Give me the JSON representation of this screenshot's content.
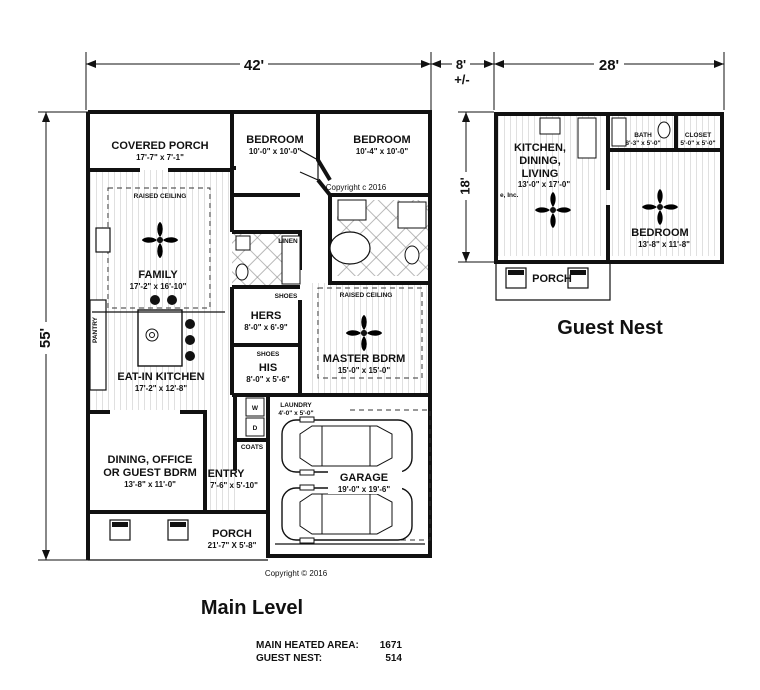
{
  "dimensions": {
    "main_width": "42'",
    "gap_width": "8'",
    "gap_tolerance": "+/-",
    "guest_width": "28'",
    "main_depth": "55'",
    "guest_depth": "18'"
  },
  "rooms": {
    "covered_porch": {
      "name": "COVERED PORCH",
      "size": "17'-7\" x 7'-1\""
    },
    "bedroom_1": {
      "name": "BEDROOM",
      "size": "10'-0\" x 10'-0\""
    },
    "bedroom_2": {
      "name": "BEDROOM",
      "size": "10'-4\" x 10'-0\""
    },
    "family": {
      "name": "FAMILY",
      "size": "17'-2\" x 16'-10\""
    },
    "raised_ceiling_family": "RAISED CEILING",
    "hers": {
      "name": "HERS",
      "size": "8'-0\" x 6'-9\""
    },
    "his": {
      "name": "HIS",
      "size": "8'-0\" x 5'-6\""
    },
    "master": {
      "name": "MASTER BDRM",
      "size": "15'-0\" x 15'-0\""
    },
    "raised_ceiling_master": "RAISED CEILING",
    "kitchen": {
      "name": "EAT-IN KITCHEN",
      "size": "17'-2\" x 12'-8\""
    },
    "dining": {
      "line1": "DINING, OFFICE",
      "line2": "OR GUEST BDRM",
      "size": "13'-8\" x 11'-0\""
    },
    "entry": {
      "name": "ENTRY",
      "size": "7'-6\" x 5'-10\""
    },
    "laundry": {
      "name": "LAUNDRY",
      "size": "4'-0\" x 5'-0\""
    },
    "garage": {
      "name": "GARAGE",
      "size": "19'-0\" x 19'-6\""
    },
    "porch": {
      "name": "PORCH",
      "size": "21'-7\" X 5'-8\""
    }
  },
  "fixtures": {
    "linen": "LINEN",
    "shoes_1": "SHOES",
    "shoes_2": "SHOES",
    "coats": "COATS",
    "washer": "W",
    "dryer": "D",
    "pantry": "PANTRY"
  },
  "guest": {
    "kitchen": {
      "line1": "KITCHEN,",
      "line2": "DINING,",
      "line3": "LIVING",
      "size": "13'-0\" x 17'-0\""
    },
    "bath": {
      "name": "BATH",
      "size": "8'-3\" x 5'-0\""
    },
    "closet": {
      "name": "CLOSET",
      "size": "5'-0\" x 5'-0\""
    },
    "bedroom": {
      "name": "BEDROOM",
      "size": "13'-8\" x 11'-8\""
    },
    "porch": "PORCH",
    "title": "Guest Nest",
    "fragment": "e, Inc."
  },
  "copyright_inner": "Copyright c 2016",
  "copyright_main": "Copyright ©  2016",
  "main_title": "Main Level",
  "areas": {
    "main_label": "MAIN HEATED AREA:",
    "main_value": "1671",
    "guest_label": "GUEST NEST:",
    "guest_value": "514"
  }
}
